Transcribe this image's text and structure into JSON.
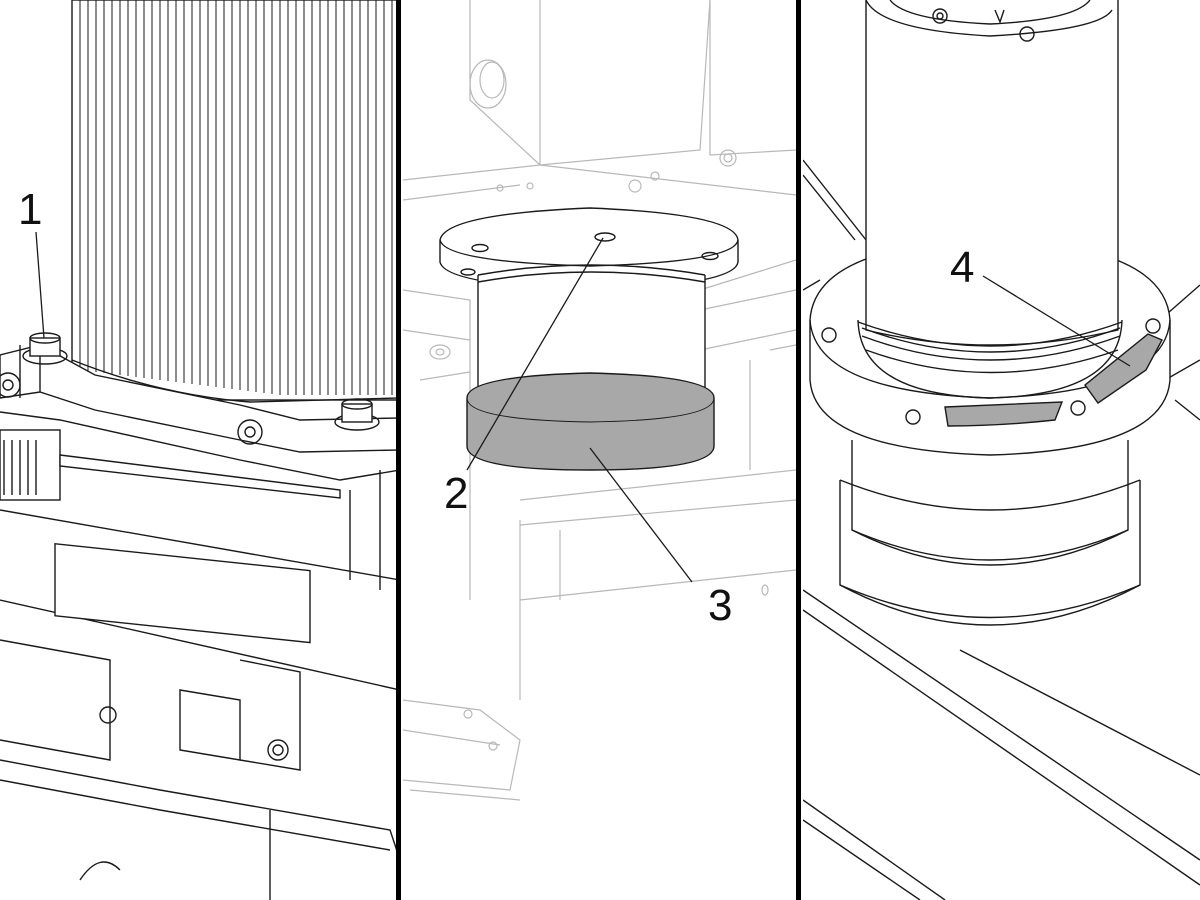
{
  "callouts": {
    "c1": "1",
    "c2": "2",
    "c3": "3",
    "c4": "4"
  },
  "colors": {
    "line": "#1a1a1a",
    "faint": "#b8b8b8",
    "shade": "#a8a8a8",
    "divider": "#000000",
    "background": "#ffffff"
  }
}
